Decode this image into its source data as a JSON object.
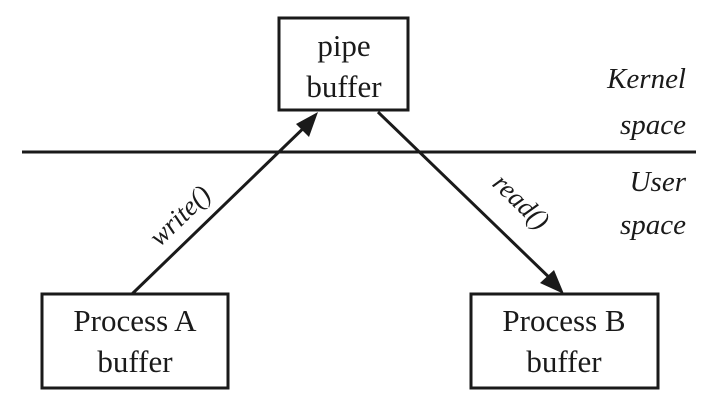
{
  "boxes": {
    "pipe": {
      "line1": "pipe",
      "line2": "buffer"
    },
    "process_a": {
      "line1": "Process A",
      "line2": "buffer"
    },
    "process_b": {
      "line1": "Process B",
      "line2": "buffer"
    }
  },
  "regions": {
    "kernel": {
      "line1": "Kernel",
      "line2": "space"
    },
    "user": {
      "line1": "User",
      "line2": "space"
    }
  },
  "arrows": {
    "write": "write()",
    "read": "read()"
  },
  "colors": {
    "stroke": "#1a1a1a",
    "background": "#ffffff"
  }
}
